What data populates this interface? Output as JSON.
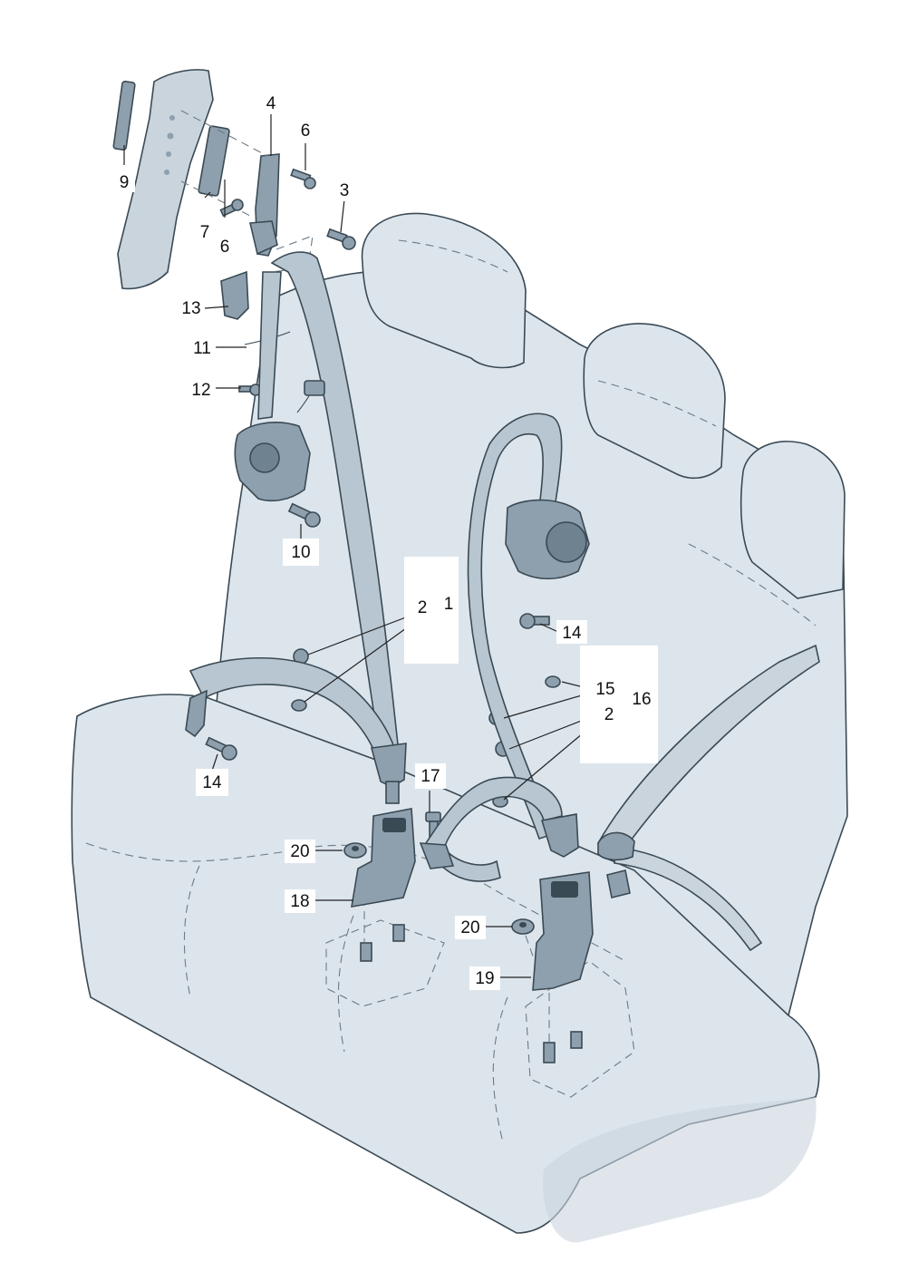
{
  "colors": {
    "seat_fill": "#dde5ec",
    "seat_shade": "#c9d4dd",
    "belt_fill": "#b8c6d1",
    "hardware_fill": "#8ea0ad",
    "outline": "#3a4a55",
    "label_bg": "#ffffff"
  },
  "callouts": {
    "c1": "1",
    "c2a": "2",
    "c2b": "2",
    "c3": "3",
    "c4": "4",
    "c6a": "6",
    "c6b": "6",
    "c7": "7",
    "c9": "9",
    "c10": "10",
    "c11": "11",
    "c12": "12",
    "c13": "13",
    "c14a": "14",
    "c14b": "14",
    "c15": "15",
    "c16": "16",
    "c17": "17",
    "c18": "18",
    "c19": "19",
    "c20a": "20",
    "c20b": "20"
  }
}
